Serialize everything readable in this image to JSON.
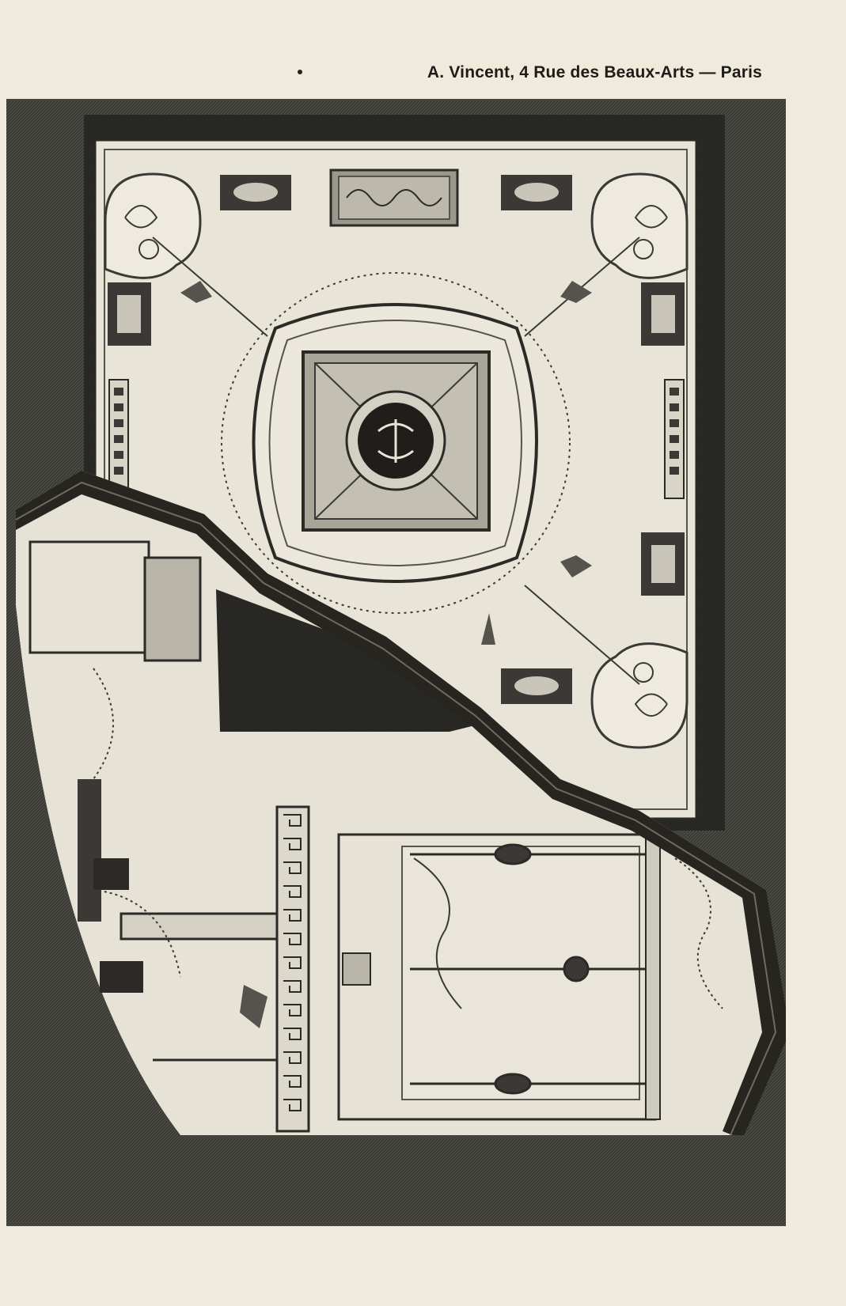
{
  "header": {
    "publisher_line": "A. Vincent, 4 Rue des Beaux-Arts — Paris"
  },
  "plate": {
    "colors": {
      "paper": "#efeadb",
      "ink_dark": "#3a3935",
      "ink_mid": "#6d6b64",
      "panel_light": "#e6e2d6",
      "panel_mid": "#cfcbbf",
      "frame_dark": "#2b2a27"
    },
    "icons": [
      "rosette-medallion",
      "scroll-ornament",
      "garland",
      "urn-candelabra",
      "griffin-figure"
    ]
  }
}
